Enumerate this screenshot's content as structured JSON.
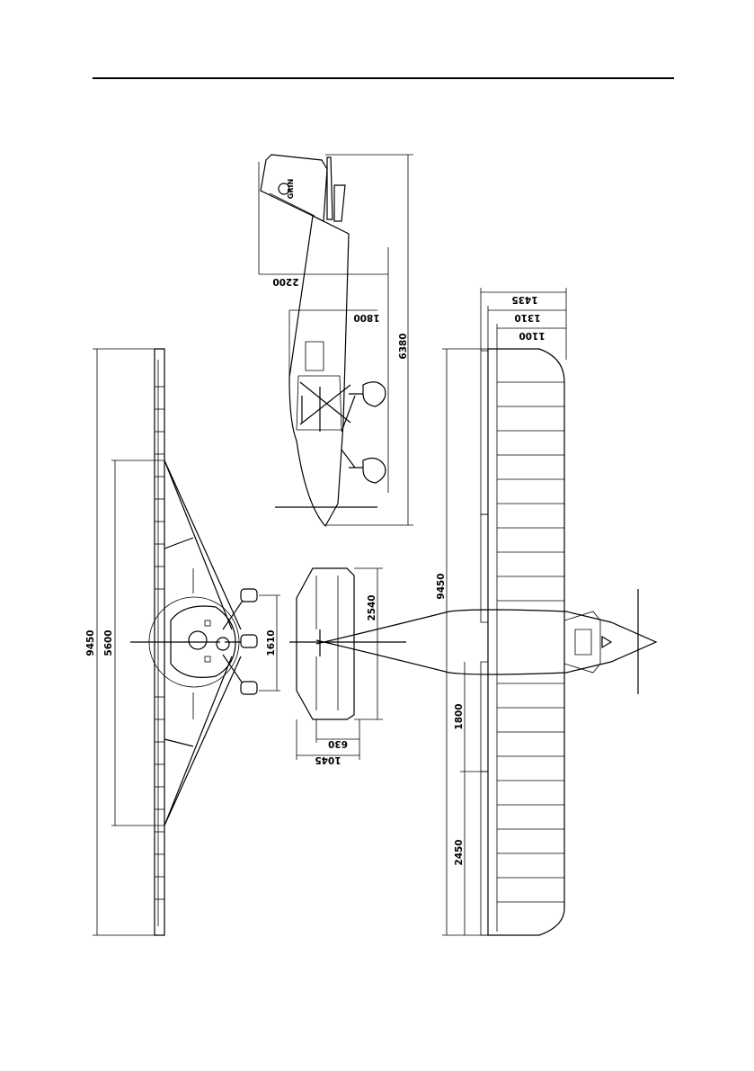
{
  "drawing": {
    "front_view": {
      "span": "9450",
      "strut_span": "5600",
      "wheel_track": "1610"
    },
    "side_view": {
      "length": "6380",
      "tail_height": "2200",
      "cabin_height": "1800",
      "tail_logo": "GRIN"
    },
    "tail_plane": {
      "stab_span": "2540",
      "stab_chord": "1045",
      "elevator_chord": "630"
    },
    "top_view": {
      "span": "9450",
      "chord_total": "1435",
      "chord_mid": "1310",
      "chord_front": "1100",
      "flaperon_span": "1800",
      "aileron_span": "2450"
    }
  }
}
